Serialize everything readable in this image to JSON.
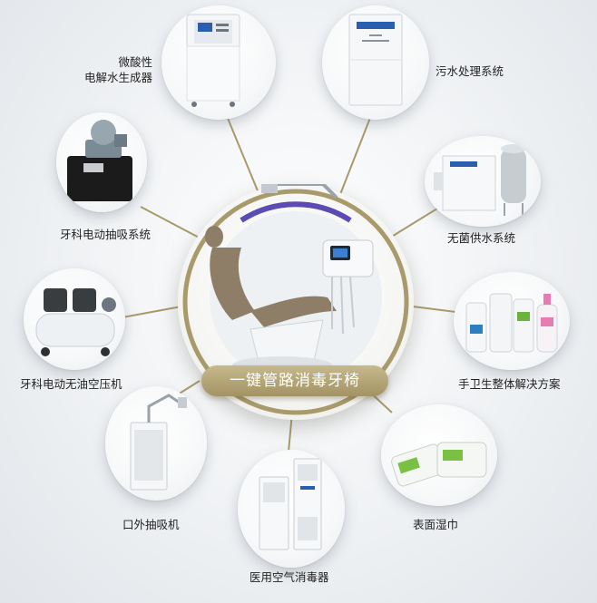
{
  "center": {
    "title": "一键管路消毒牙椅"
  },
  "colors": {
    "gold": "#a89a6a",
    "purple": "#5b4bb3",
    "dark": "#1e2a36"
  },
  "nodes": [
    {
      "id": "micro-acid",
      "label_lines": [
        "微酸性",
        "电解水生成器"
      ],
      "icon": "generator-cabinet-icon"
    },
    {
      "id": "sewage",
      "label_lines": [
        "污水处理系统"
      ],
      "icon": "sewage-unit-icon"
    },
    {
      "id": "suction",
      "label_lines": [
        "牙科电动抽吸系统"
      ],
      "icon": "suction-pump-icon"
    },
    {
      "id": "sterile-water",
      "label_lines": [
        "无菌供水系统"
      ],
      "icon": "water-tank-icon"
    },
    {
      "id": "compressor",
      "label_lines": [
        "牙科电动无油空压机"
      ],
      "icon": "air-compressor-icon"
    },
    {
      "id": "hand-hygiene",
      "label_lines": [
        "手卫生整体解决方案"
      ],
      "icon": "sanitizer-bottles-icon"
    },
    {
      "id": "extraoral",
      "label_lines": [
        "口外抽吸机"
      ],
      "icon": "extraoral-suction-icon"
    },
    {
      "id": "wipes",
      "label_lines": [
        "表面湿巾"
      ],
      "icon": "wet-wipes-icon"
    },
    {
      "id": "air-disinfect",
      "label_lines": [
        "医用空气消毒器"
      ],
      "icon": "air-disinfector-icon"
    }
  ]
}
